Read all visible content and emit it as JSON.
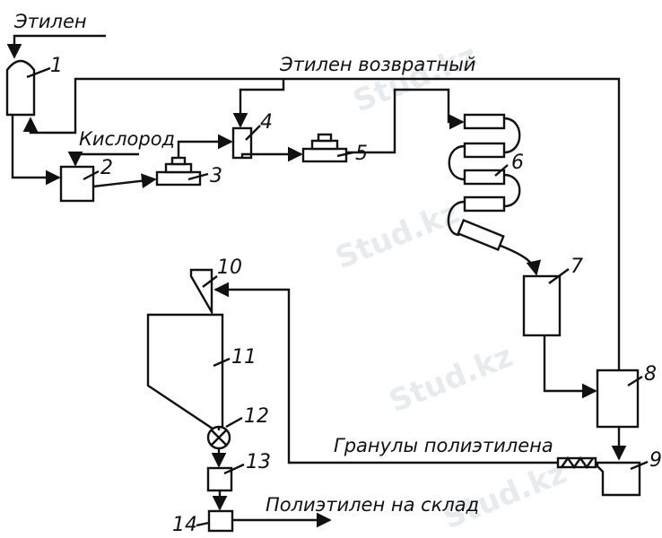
{
  "labels": {
    "ethylene_in": "Этилен",
    "ethylene_return": "Этилен возвратный",
    "oxygen": "Кислород",
    "pellets": "Гранулы полиэтилена",
    "to_storage": "Полиэтилен на склад"
  },
  "equipment_numbers": [
    "1",
    "2",
    "3",
    "4",
    "5",
    "6",
    "7",
    "8",
    "9",
    "10",
    "11",
    "12",
    "13",
    "14"
  ],
  "watermark": "Stud.kz"
}
